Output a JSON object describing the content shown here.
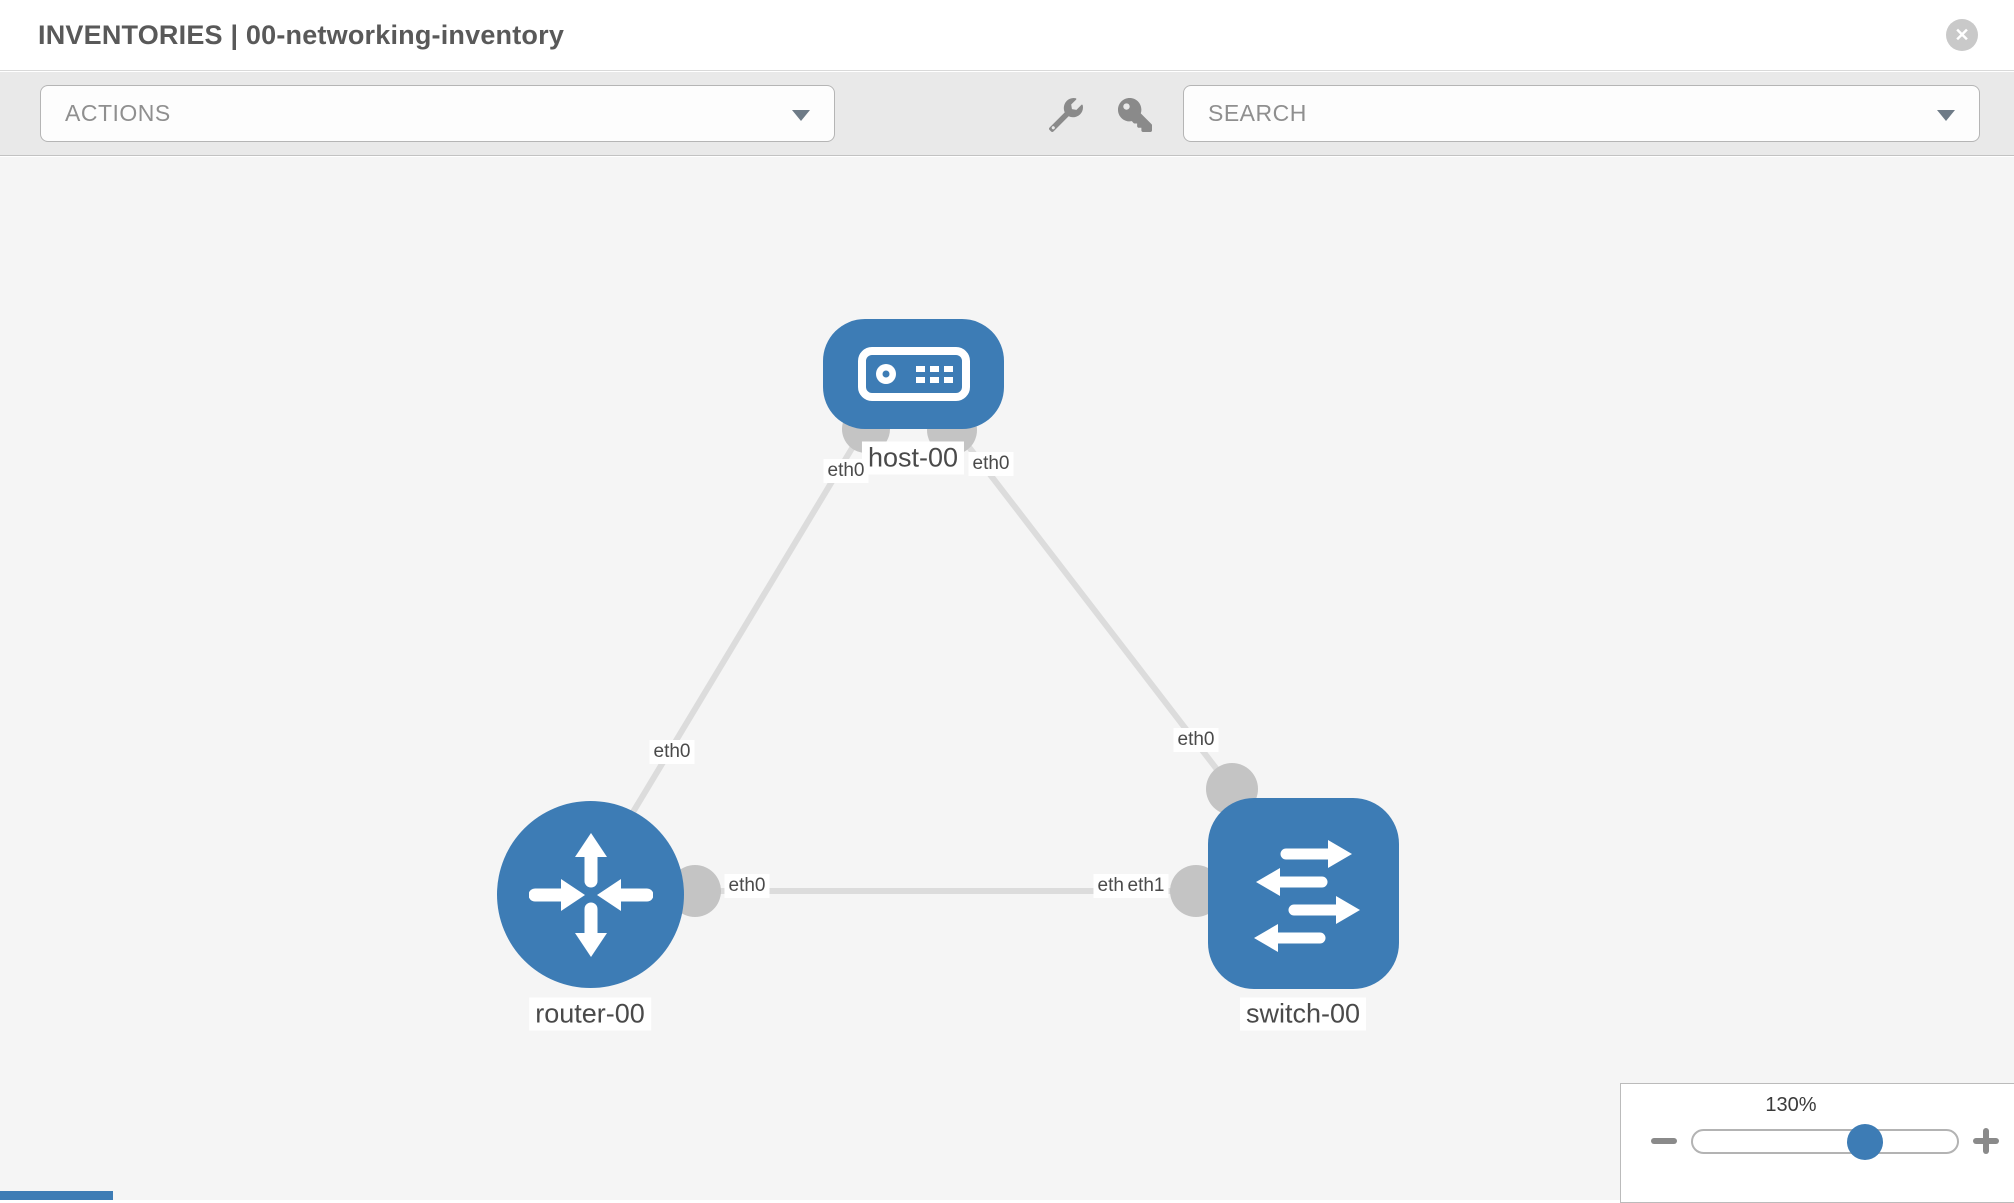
{
  "header": {
    "title": "INVENTORIES | 00-networking-inventory",
    "close_label": "✕"
  },
  "toolbar": {
    "actions_label": "ACTIONS",
    "search_placeholder": "SEARCH",
    "icons": [
      "wrench-icon",
      "key-icon"
    ]
  },
  "diagram": {
    "nodes": [
      {
        "id": "host-00",
        "type": "host",
        "label": "host-00"
      },
      {
        "id": "router-00",
        "type": "router",
        "label": "router-00"
      },
      {
        "id": "switch-00",
        "type": "switch",
        "label": "switch-00"
      }
    ],
    "links": [
      {
        "from": "host-00",
        "to": "router-00",
        "from_interface": "eth0",
        "to_interface": "eth0"
      },
      {
        "from": "host-00",
        "to": "switch-00",
        "from_interface": "eth0",
        "to_interface": "eth0"
      },
      {
        "from": "router-00",
        "to": "switch-00",
        "from_interface": "eth0",
        "to_interface": "eth1"
      }
    ],
    "interface_labels": {
      "host_left": "eth0",
      "host_right": "eth0",
      "link_host_router_mid": "eth0",
      "router_right": "eth0",
      "switch_top": "eth0",
      "switch_left_overlapped": "eth0",
      "switch_left": "eth1"
    }
  },
  "zoom_control": {
    "level": "130%",
    "minus_label": "−",
    "plus_label": "+"
  },
  "colors": {
    "node_blue": "#3d7cb5",
    "port_gray": "#c4c4c4",
    "link_gray": "#dcdcdc",
    "canvas_bg": "#f5f5f5",
    "toolbar_bg": "#e9e9e9"
  }
}
